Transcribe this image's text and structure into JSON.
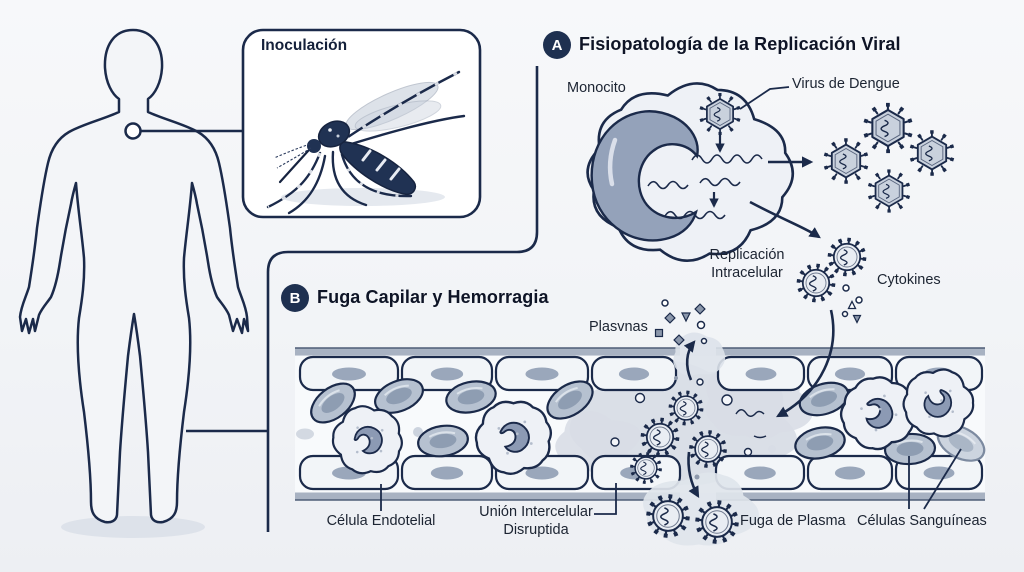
{
  "diagram_title": "Dengue pathophysiology diagram",
  "colors": {
    "ink": "#1b2a4a",
    "badge_bg": "#1e3050",
    "badge_text": "#ffffff",
    "cloud": "#d8dde6",
    "cell_fill": "#f2f5f8",
    "nucleus": "#9aa7bb"
  },
  "inoculation": {
    "title": "Inoculación",
    "icon": "aedes-mosquito"
  },
  "section_a": {
    "badge": "A",
    "title": "Fisiopatología de la Replicación Viral",
    "labels": {
      "monocyte": "Monocito",
      "virus": "Virus de Dengue",
      "replication_line1": "Replicación",
      "replication_line2": "Intracelular",
      "cytokines": "Cytokines"
    }
  },
  "section_b": {
    "badge": "B",
    "title": "Fuga Capilar y Hemorragia",
    "labels": {
      "plasma_particles": "Plasvnas",
      "endothelial_cell": "Célula Endotelial",
      "junction_line1": "Unión Intercelular",
      "junction_line2": "Disruptida",
      "plasma_leak": "Fuga de Plasma",
      "blood_cells": "Células Sanguíneas"
    }
  }
}
